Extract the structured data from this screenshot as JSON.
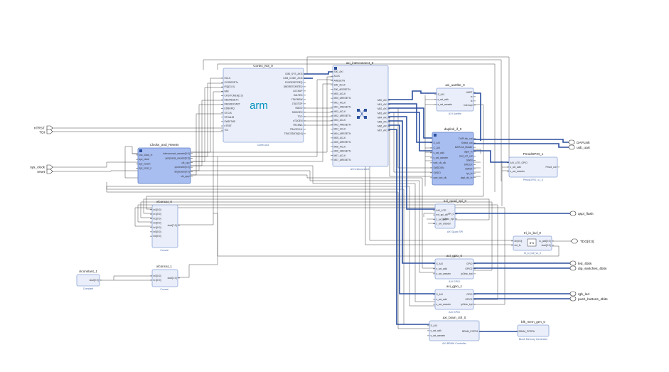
{
  "blocks": {
    "cortex": {
      "title": "Cortex_M3_0",
      "subtitle": "Cortex-M3",
      "logo": "arm",
      "left_pins": [
        "HCLK",
        "SYSRESETn",
        "IRQ[31:0]",
        "NMI",
        "CFGITCMEN[1:0]",
        "DBGRESETn",
        "DBGRESTART",
        "EDBGRQ",
        "STCLK",
        "STCALIB",
        "SWDITMS",
        "nTRST",
        "TDI"
      ],
      "right_pins": [
        "CM3_SYS_AXI3",
        "CM3_CODE_AXI3",
        "SYSRESETREQ",
        "DBGRESTARTED",
        "LOCKUP",
        "HALTED",
        "JTAGNSW",
        "JTAGTOP",
        "SWDO",
        "SWDOEN",
        "TDO",
        "nTDOEN",
        "TRCENA",
        "TRACECLK",
        "TRACEDATA[3:0]"
      ]
    },
    "axi_ic": {
      "title": "axi_interconnect_0",
      "subtitle": "AXI Interconnect",
      "left_pins": [
        "S00_AXI",
        "ACLK",
        "ARESETN",
        "S00_ACLK",
        "S00_ARESETN",
        "M00_ACLK",
        "M00_ARESETN",
        "M01_ACLK",
        "M01_ARESETN",
        "M02_ACLK",
        "M02_ARESETN",
        "M03_ACLK",
        "M03_ARESETN",
        "M04_ACLK",
        "M04_ARESETN",
        "M05_ACLK",
        "M05_ARESETN",
        "M06_ACLK",
        "M06_ARESETN",
        "M07_ACLK",
        "M07_ARESETN"
      ],
      "right_pins": [
        "M00_AXI",
        "M01_AXI",
        "M02_AXI",
        "M03_AXI",
        "M04_AXI",
        "M05_AXI",
        "M06_AXI",
        "M07_AXI"
      ]
    },
    "clocks": {
      "title": "Clocks_and_Resets",
      "left_pins": [
        "osc_clock_in",
        "sys_clock",
        "sys_resetn",
        "sys_reset_n"
      ],
      "right_pins": [
        "interconnect_aresetn[0:0]",
        "peripheral_aresetn[0:0]",
        "clk_cpu",
        "cpuresetn[0:0]",
        "dbgresetn[0:0]",
        "clk_qspi"
      ]
    },
    "xlconcat0": {
      "title": "xlconcat_0",
      "subtitle": "Concat",
      "left_pins": [
        "In0[0:0]",
        "In1[0:0]",
        "In2[0:0]",
        "In3[0:0]",
        "In4[0:0]",
        "In5[0:0]",
        "In6[0:0]"
      ],
      "right_pins": [
        "dout[7:0]"
      ]
    },
    "xlconcat1": {
      "title": "xlconcat_1",
      "subtitle": "Concat",
      "left_pins": [
        "In0[0:0]",
        "In1[0:0]"
      ],
      "right_pins": [
        "dout[1:0]"
      ]
    },
    "xlconstant1": {
      "title": "xlconstant_1",
      "subtitle": "Constant",
      "right_pins": [
        "dout[0:0]"
      ]
    },
    "uartlite": {
      "title": "axi_uartlite_0",
      "subtitle": "AXI Uartlite",
      "left_pins": [
        "S_AXI",
        "s_axi_aclk",
        "s_axi_aresetn"
      ],
      "right_pins": [
        "UART",
        "rx",
        "tx",
        "interrupt"
      ]
    },
    "daplink": {
      "title": "daplink_if_0",
      "left_pins": [
        "S_AXI",
        "C_AXI",
        "s_axi_aclk",
        "s_axi_aresetn",
        "swd_clk_clk",
        "SWDOEN",
        "SWDO",
        "swd_fwd_clk"
      ],
      "right_pins": [
        "DAPLink_out",
        "Shield_out",
        "DAPLink_Master",
        "daplt_fn",
        "swd_cnt_out",
        "SWDI",
        "SWCLK",
        "nSRST",
        "tpi_fn",
        "dapl_clk_fn"
      ]
    },
    "pmod": {
      "title": "PmodGPIO_1",
      "subtitle": "PmodGPIO_v1_0",
      "left_pins": [
        "AXI_LITE_GPIO",
        "s_axi_aclk",
        "s_axi_aresetn"
      ],
      "right_pins": [
        "Pmod_out"
      ]
    },
    "qspi": {
      "title": "axi_quad_spi_0",
      "subtitle": "AXI Quad SPI",
      "left_pins": [
        "AXI_LITE",
        "ext_spi_clk",
        "s_axi_aclk",
        "s_axi_aresetn"
      ],
      "right_pins": [
        "SPI_0",
        "ip2intc_irpt"
      ]
    },
    "iobuf": {
      "title": "tri_io_buf_0",
      "subtitle": "tri_io_buf_v1_0",
      "left_pins": [
        "din[0:0]",
        "ctrl_fn"
      ],
      "right_pins": [
        "io_pad[0:0]",
        "dout[0:0]"
      ]
    },
    "gpio0": {
      "title": "axi_gpio_0",
      "subtitle": "AXI GPIO",
      "left_pins": [
        "S_AXI",
        "s_axi_aclk",
        "s_axi_aresetn"
      ],
      "right_pins": [
        "GPIO",
        "GPIO2",
        "ip2intc_irpt"
      ]
    },
    "gpio1": {
      "title": "axi_gpio_1",
      "subtitle": "AXI GPIO",
      "left_pins": [
        "S_AXI",
        "s_axi_aclk",
        "s_axi_aresetn"
      ],
      "right_pins": [
        "GPIO",
        "GPIO2",
        "ip2intc_irpt"
      ]
    },
    "bram_ctrl": {
      "title": "axi_bram_ctrl_0",
      "subtitle": "AXI BRAM Controller",
      "left_pins": [
        "S_AXI",
        "s_axi_aclk",
        "s_axi_aresetn"
      ],
      "right_pins": [
        "BRAM_PORTA"
      ]
    },
    "blk_mem": {
      "title": "blk_mem_gen_0",
      "subtitle": "Block Memory Generator",
      "left_pins": [
        "BRAM_PORTA"
      ]
    }
  },
  "ports": {
    "left": [
      "nTRST",
      "TDI",
      "sys_clock",
      "reset"
    ],
    "right": [
      "DAPLink",
      "usb_uart",
      "qspi_flash",
      "TDO[0:0]",
      "led_4bits",
      "dip_switches_4bits",
      "rgb_led",
      "push_buttons_4bits"
    ]
  },
  "colors": {
    "block_fill": "#e9eefa",
    "block_selected_fill": "#a8bdf0",
    "block_border": "#8aa4d6",
    "bus": "#2b4f9e",
    "wire": "#333333"
  }
}
